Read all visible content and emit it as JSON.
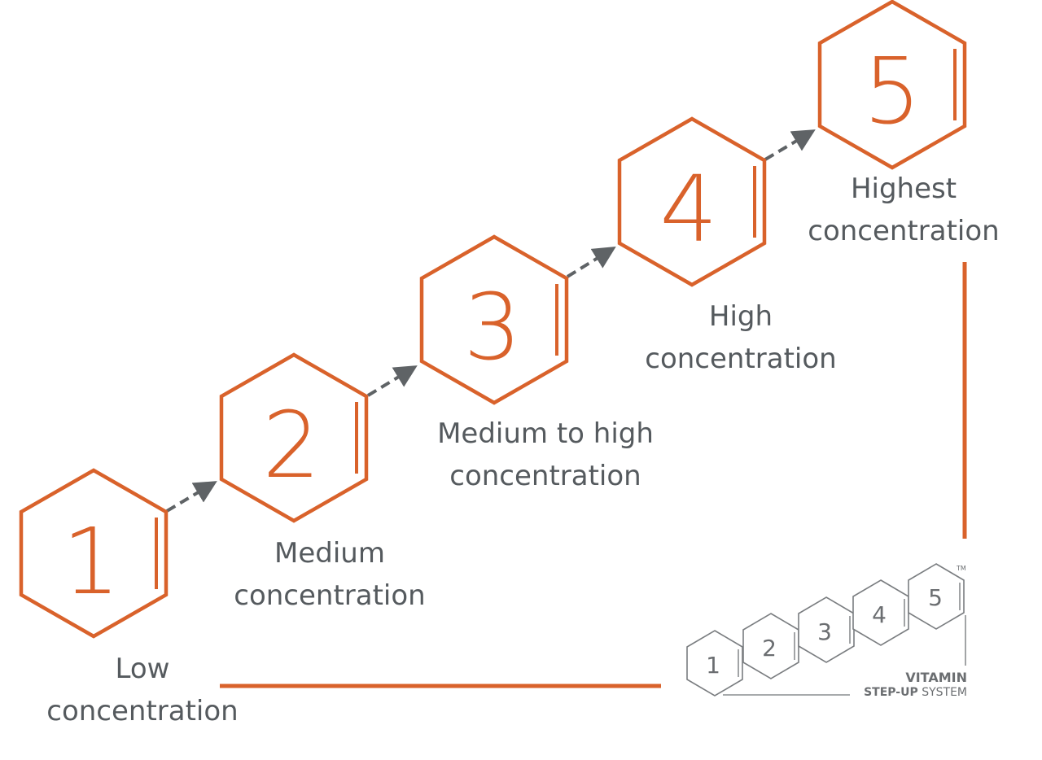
{
  "colors": {
    "accent": "#d9622b",
    "text": "#555a5e",
    "arrow": "#5f6366",
    "logo": "#7a7d80"
  },
  "steps": [
    {
      "number": "1",
      "label_line1": "Low",
      "label_line2": "concentration"
    },
    {
      "number": "2",
      "label_line1": "Medium",
      "label_line2": "concentration"
    },
    {
      "number": "3",
      "label_line1": "Medium to high",
      "label_line2": "concentration"
    },
    {
      "number": "4",
      "label_line1": "High",
      "label_line2": "concentration"
    },
    {
      "number": "5",
      "label_line1": "Highest",
      "label_line2": "concentration"
    }
  ],
  "logo": {
    "numbers": [
      "1",
      "2",
      "3",
      "4",
      "5"
    ],
    "trademark": "TM",
    "word_top": "VITAMIN",
    "word_bold": "STEP-UP",
    "word_regular": "SYSTEM"
  }
}
